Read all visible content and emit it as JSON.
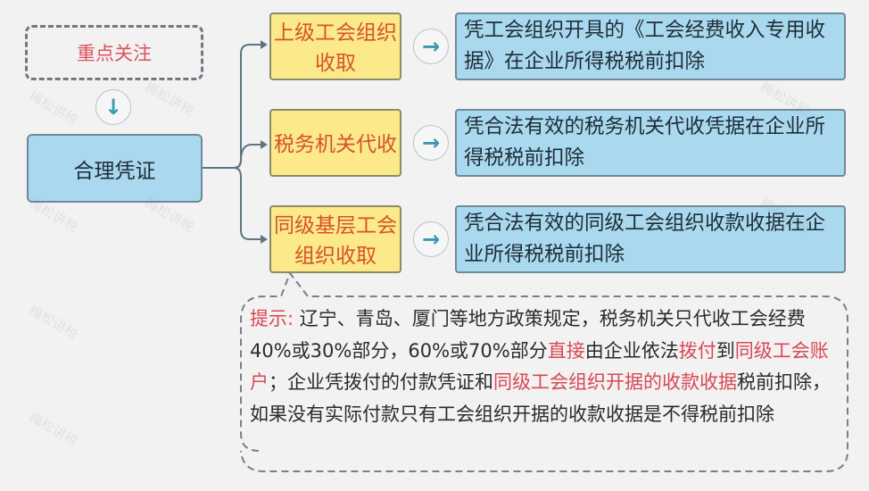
{
  "focus_label": "重点关注",
  "main_label": "合理凭证",
  "branches": [
    {
      "source": "上级工会组织收取",
      "result": "凭工会组织开具的《工会经费收入专用收据》在企业所得税税前扣除"
    },
    {
      "source": "税务机关代收",
      "result": "凭合法有效的税务机关代收凭据在企业所得税税前扣除"
    },
    {
      "source": "同级基层工会组织收取",
      "result": "凭合法有效的同级工会组织收款收据在企业所得税税前扣除"
    }
  ],
  "tip": {
    "label": "提示:",
    "t1": "辽宁、青岛、厦门等地方政策规定，税务机关只代收工会经费40%或30%部分，60%或70%部分",
    "h1": "直接",
    "t2": "由企业依法",
    "h2": "拨付",
    "t3": "到",
    "h3": "同级工会账户",
    "t4": "；企业凭拨付的付款凭证和",
    "h4": "同级工会组织开据的收款收据",
    "t5": "税前扣除，如果没有实际付款只有工会组织开据的收款收据是不得税前扣除"
  },
  "watermark": "梅松讲税",
  "colors": {
    "highlight": "#d94852",
    "box_blue": "#a9d8ef",
    "box_yellow": "#fbe98a",
    "source_text": "#d6532a",
    "arrow": "#3a98b0"
  }
}
